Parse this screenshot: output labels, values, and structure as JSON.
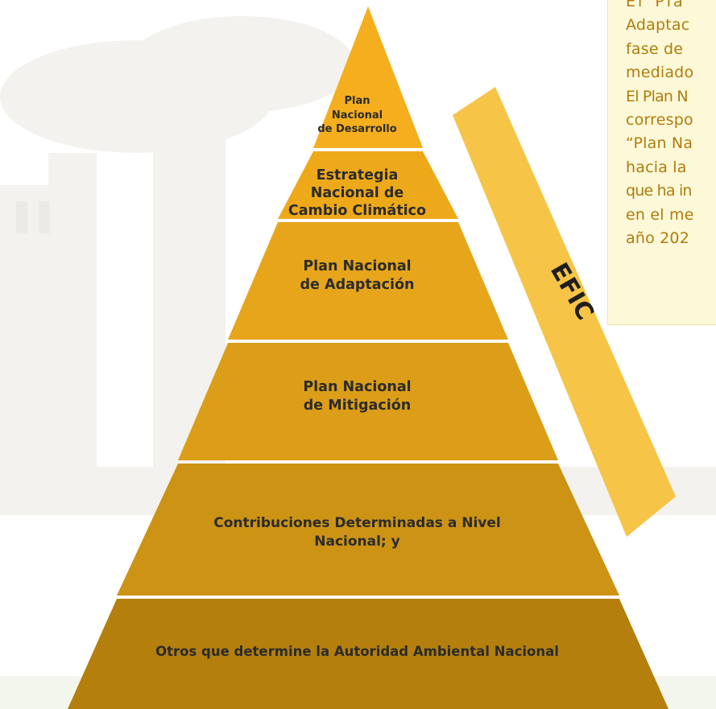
{
  "colors": {
    "level1": "#f5ae1e",
    "level2": "#eea91a",
    "level3": "#e6a51b",
    "level4": "#dc9e18",
    "level5": "#cc9315",
    "level6": "#b47f0d",
    "efic_band": "#f6c447",
    "note_background": "#fdf9d8",
    "note_text": "#b07b0e"
  },
  "pyramid": {
    "levels": [
      {
        "lines": [
          "Plan",
          "Nacional",
          "de Desarrollo"
        ]
      },
      {
        "lines": [
          "Estrategia",
          "Nacional de",
          "Cambio Climático"
        ]
      },
      {
        "lines": [
          "Plan Nacional",
          "de Adaptación"
        ]
      },
      {
        "lines": [
          "Plan Nacional",
          "de Mitigación"
        ]
      },
      {
        "lines": [
          "Contribuciones Determinadas a Nivel",
          "Nacional; y"
        ]
      },
      {
        "lines": [
          "Otros que determine la Autoridad Ambiental Nacional"
        ]
      }
    ]
  },
  "efic_label": "EFIC",
  "note": {
    "lines": [
      "El Pla",
      "Adaptac",
      "fase de",
      "mediado",
      "El Plan N",
      "correspo",
      "“Plan Na",
      "hacia la",
      "que ha in",
      "en el me",
      "año 202"
    ]
  }
}
